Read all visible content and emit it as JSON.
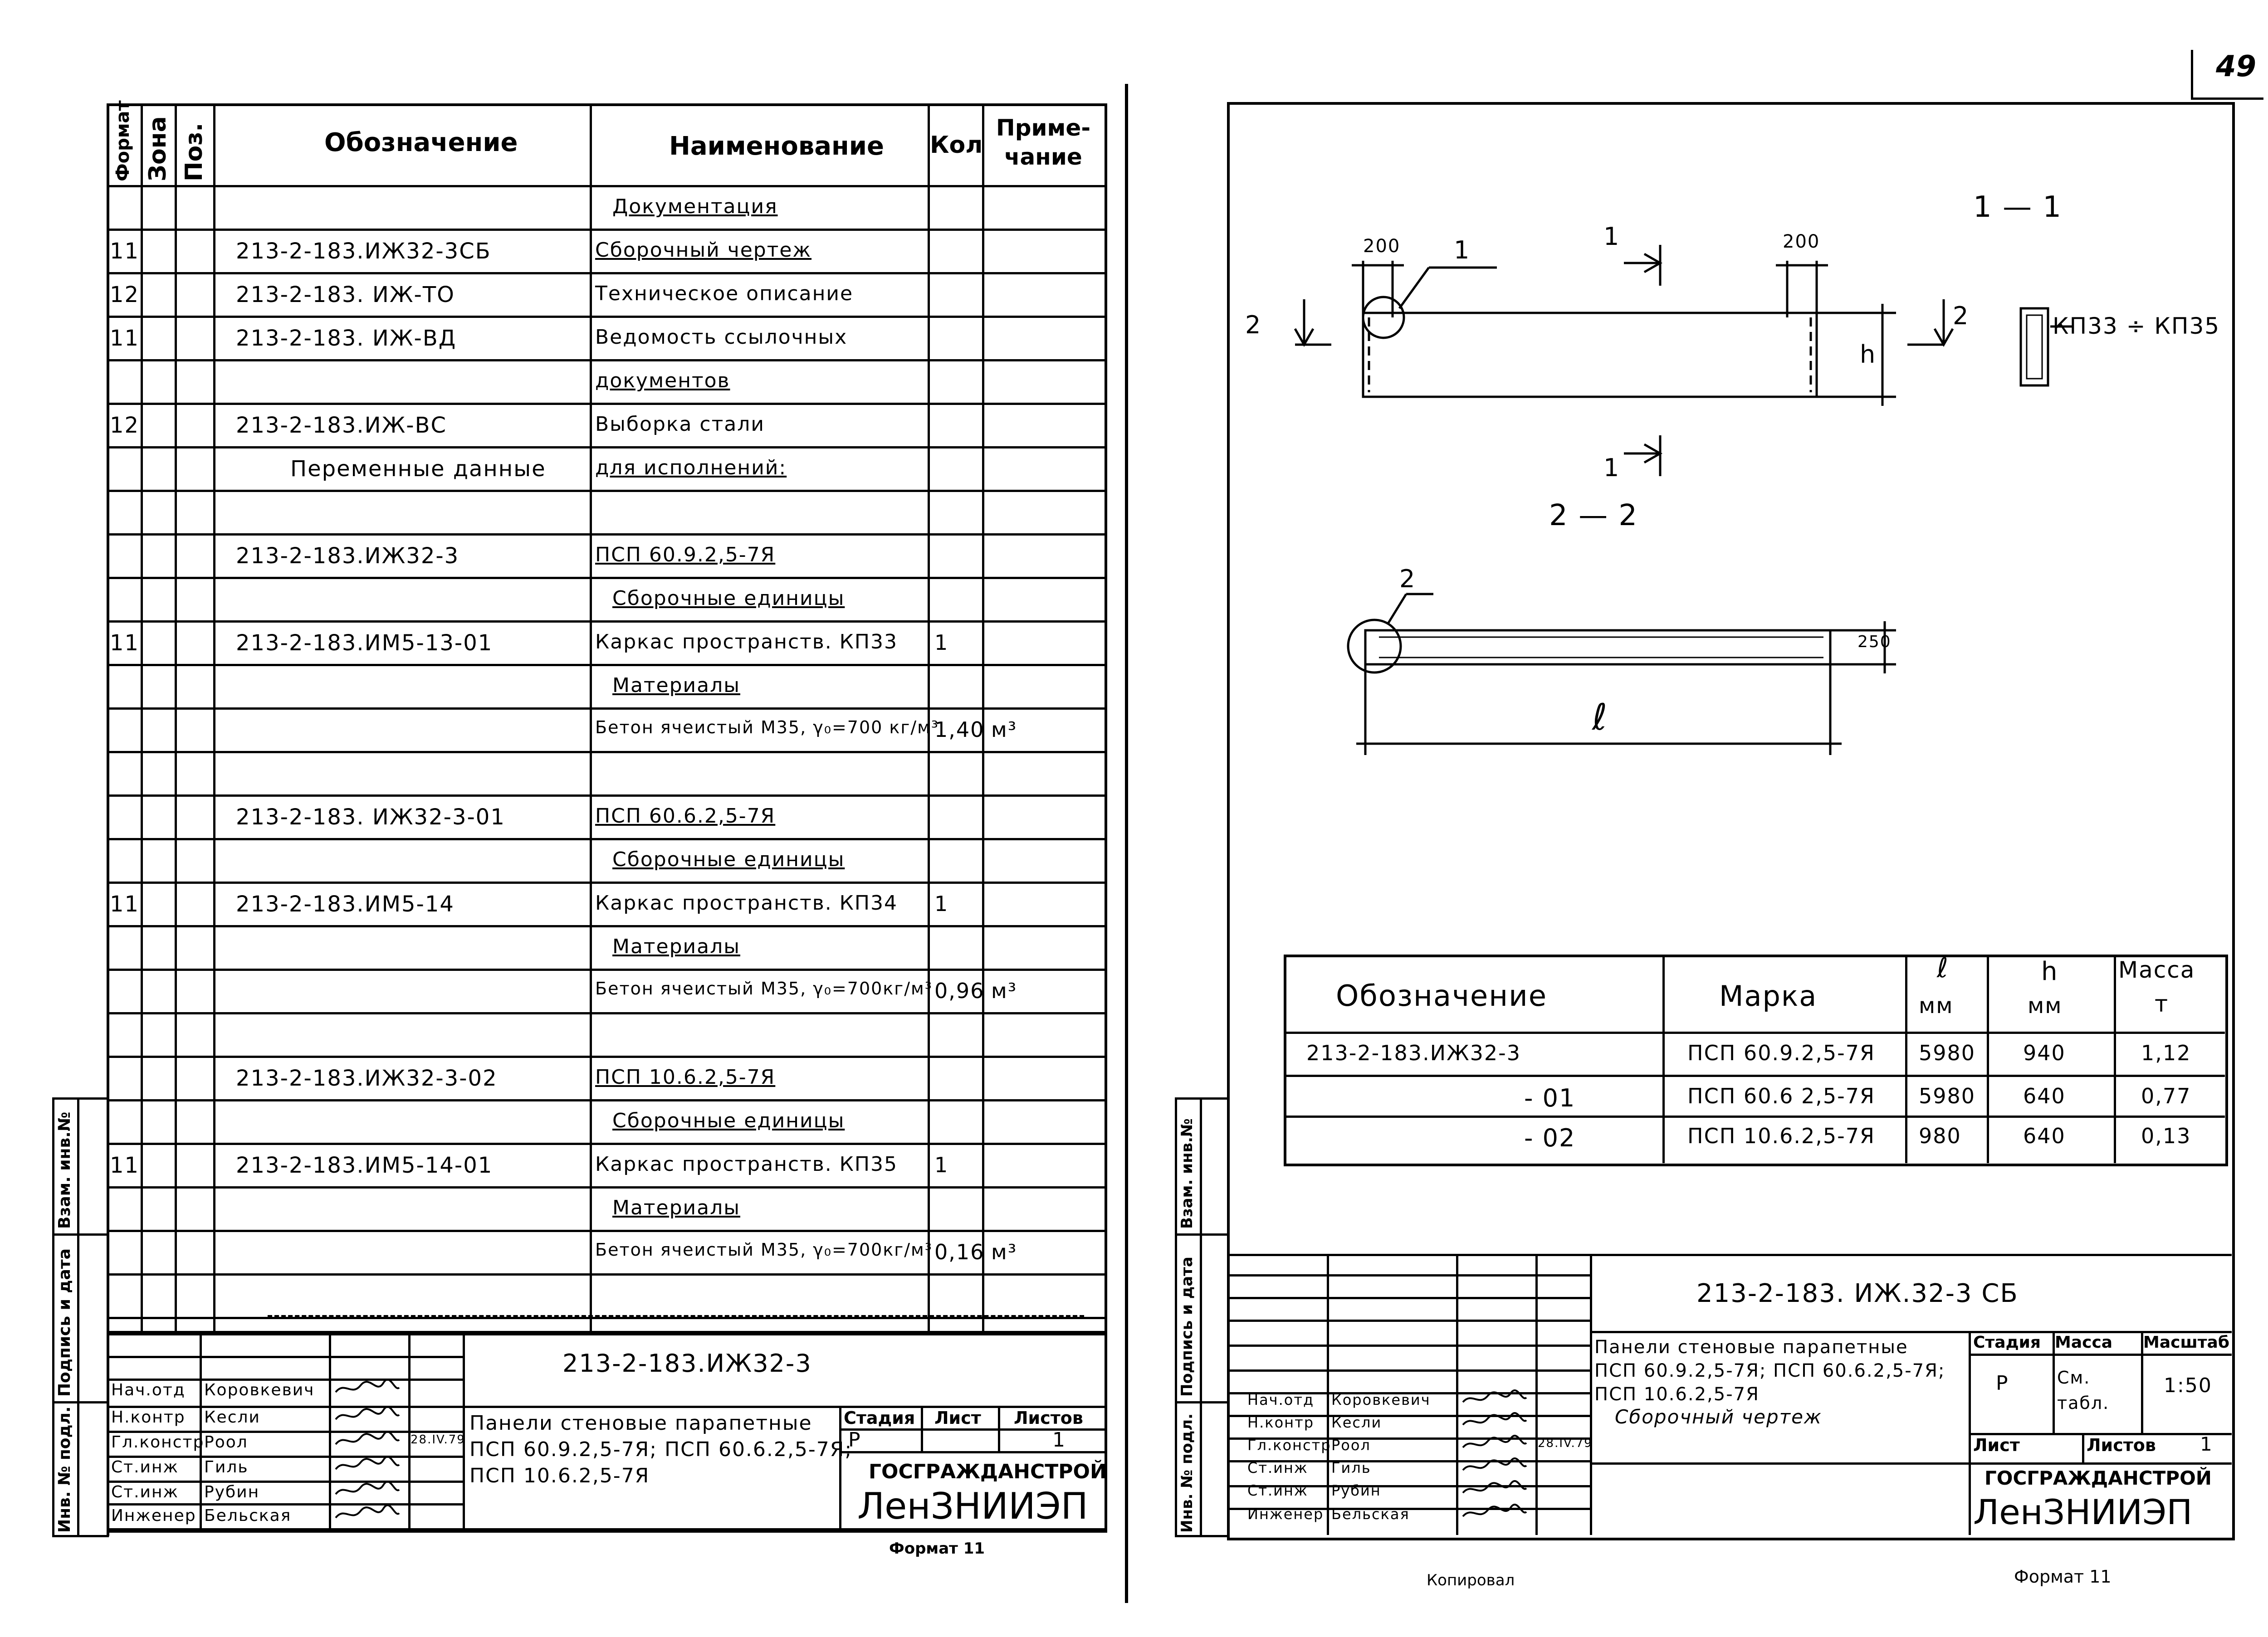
{
  "page_number": "49",
  "left_sheet": {
    "header": {
      "format": "Формат",
      "zone": "Зона",
      "pos": "Поз.",
      "designation": "Обозначение",
      "name": "Наименование",
      "qty": "Кол",
      "note": "Приме-\nчание"
    },
    "rows": [
      {
        "format": "",
        "designation": "",
        "name": "Документация",
        "qty": "",
        "note": ""
      },
      {
        "format": "11",
        "designation": "213-2-183.ИЖ32-3СБ",
        "name": "Сборочный чертеж",
        "qty": "",
        "note": ""
      },
      {
        "format": "12",
        "designation": "213-2-183. ИЖ-ТО",
        "name": "Техническое описание",
        "qty": "",
        "note": ""
      },
      {
        "format": "11",
        "designation": "213-2-183. ИЖ-ВД",
        "name": "Ведомость ссылочных",
        "qty": "",
        "note": ""
      },
      {
        "format": "",
        "designation": "",
        "name": "документов",
        "qty": "",
        "note": ""
      },
      {
        "format": "12",
        "designation": "213-2-183.ИЖ-ВС",
        "name": "Выборка стали",
        "qty": "",
        "note": ""
      },
      {
        "format": "",
        "designation": "Переменные данные",
        "name": "для исполнений:",
        "qty": "",
        "note": ""
      },
      {
        "format": "",
        "designation": "",
        "name": "",
        "qty": "",
        "note": ""
      },
      {
        "format": "",
        "designation": "213-2-183.ИЖ32-3",
        "name": "ПСП 60.9.2,5-7Я",
        "qty": "",
        "note": ""
      },
      {
        "format": "",
        "designation": "",
        "name": "Сборочные единицы",
        "qty": "",
        "note": ""
      },
      {
        "format": "11",
        "designation": "213-2-183.ИМ5-13-01",
        "name": "Каркас пространств. КП33",
        "qty": "1",
        "note": ""
      },
      {
        "format": "",
        "designation": "",
        "name": "Материалы",
        "qty": "",
        "note": ""
      },
      {
        "format": "",
        "designation": "",
        "name": "Бетон ячеистый М35, γ₀=700 кг/м³",
        "qty": "1,40",
        "note": "м³"
      },
      {
        "format": "",
        "designation": "",
        "name": "",
        "qty": "",
        "note": ""
      },
      {
        "format": "",
        "designation": "213-2-183. ИЖ32-3-01",
        "name": "ПСП 60.6.2,5-7Я",
        "qty": "",
        "note": ""
      },
      {
        "format": "",
        "designation": "",
        "name": "Сборочные единицы",
        "qty": "",
        "note": ""
      },
      {
        "format": "11",
        "designation": "213-2-183.ИМ5-14",
        "name": "Каркас пространств. КП34",
        "qty": "1",
        "note": ""
      },
      {
        "format": "",
        "designation": "",
        "name": "Материалы",
        "qty": "",
        "note": ""
      },
      {
        "format": "",
        "designation": "",
        "name": "Бетон ячеистый М35, γ₀=700кг/м³",
        "qty": "0,96",
        "note": "м³"
      },
      {
        "format": "",
        "designation": "",
        "name": "",
        "qty": "",
        "note": ""
      },
      {
        "format": "",
        "designation": "213-2-183.ИЖ32-3-02",
        "name": "ПСП 10.6.2,5-7Я",
        "qty": "",
        "note": ""
      },
      {
        "format": "",
        "designation": "",
        "name": "Сборочные единицы",
        "qty": "",
        "note": ""
      },
      {
        "format": "11",
        "designation": "213-2-183.ИМ5-14-01",
        "name": "Каркас пространств. КП35",
        "qty": "1",
        "note": ""
      },
      {
        "format": "",
        "designation": "",
        "name": "Материалы",
        "qty": "",
        "note": ""
      },
      {
        "format": "",
        "designation": "",
        "name": "Бетон ячеистый М35, γ₀=700кг/м³",
        "qty": "0,16",
        "note": "м³"
      },
      {
        "format": "",
        "designation": "",
        "name": "",
        "qty": "",
        "note": ""
      }
    ],
    "title_block": {
      "code": "213-2-183.ИЖ32-3",
      "title": "Панели стеновые парапетные\nПСП 60.9.2,5-7Я; ПСП 60.6.2,5-7Я;\nПСП 10.6.2,5-7Я",
      "stage_label": "Стадия",
      "sheet_label": "Лист",
      "sheets_label": "Листов",
      "stage": "Р",
      "sheets": "1",
      "org1": "ГОСГРАЖДАНСТРОЙ",
      "org2": "ЛенЗНИИЭП",
      "signers": [
        {
          "role": "Нач.отд",
          "name": "Коровкевич",
          "date": ""
        },
        {
          "role": "Н.контр",
          "name": "Кесли",
          "date": ""
        },
        {
          "role": "Гл.констр",
          "name": "Роол",
          "date": "28.IV.79"
        },
        {
          "role": "Ст.инж",
          "name": "Гиль",
          "date": ""
        },
        {
          "role": "Ст.инж",
          "name": "Рубин",
          "date": ""
        },
        {
          "role": "Инженер",
          "name": "Бельская",
          "date": ""
        }
      ]
    },
    "side_labels": [
      "Инв. № подл.",
      "Подпись и дата",
      "Взам. инв.№"
    ],
    "format_note": "Формат 11"
  },
  "right_sheet": {
    "section_1": "1 — 1",
    "section_2": "2 — 2",
    "labels": {
      "dim_200_left": "200",
      "dim_200_right": "200",
      "callout_1": "1",
      "callout_2": "2",
      "cut_1_top": "1",
      "cut_1_bottom": "1",
      "cut_2_left": "2",
      "cut_2_right": "2",
      "h": "h",
      "l": "ℓ",
      "dim_250": "250",
      "kp_range": "КП33 ÷ КП35"
    },
    "table": {
      "headers": {
        "designation": "Обозначение",
        "mark": "Марка",
        "l": "ℓ",
        "l_unit": "мм",
        "h": "h",
        "h_unit": "мм",
        "mass": "Масса",
        "mass_unit": "т"
      },
      "rows": [
        {
          "designation": "213-2-183.ИЖ32-3",
          "mark": "ПСП 60.9.2,5-7Я",
          "l": "5980",
          "h": "940",
          "mass": "1,12"
        },
        {
          "designation": "- 01",
          "mark": "ПСП 60.6 2,5-7Я",
          "l": "5980",
          "h": "640",
          "mass": "0,77"
        },
        {
          "designation": "- 02",
          "mark": "ПСП 10.6.2,5-7Я",
          "l": "980",
          "h": "640",
          "mass": "0,13"
        }
      ]
    },
    "title_block": {
      "code": "213-2-183. ИЖ.32-3 СБ",
      "title": "Панели стеновые парапетные\nПСП 60.9.2,5-7Я; ПСП 60.6.2,5-7Я;\nПСП 10.6.2,5-7Я",
      "subtitle": "Сборочный чертеж",
      "stage_label": "Стадия",
      "mass_label": "Масса",
      "scale_label": "Масштаб",
      "stage": "Р",
      "mass": "См. табл.",
      "scale": "1:50",
      "sheet_label": "Лист",
      "sheets_label": "Листов",
      "sheets": "1",
      "org1": "ГОСГРАЖДАНСТРОЙ",
      "org2": "ЛенЗНИИЭП",
      "signers": [
        {
          "role": "Нач.отд",
          "name": "Коровкевич",
          "date": ""
        },
        {
          "role": "Н.контр",
          "name": "Кесли",
          "date": ""
        },
        {
          "role": "Гл.констр",
          "name": "Роол",
          "date": "28.IV.79"
        },
        {
          "role": "Ст.инж",
          "name": "Гиль",
          "date": ""
        },
        {
          "role": "Ст.инж",
          "name": "Рубин",
          "date": ""
        },
        {
          "role": "Инженер",
          "name": "Бельская",
          "date": ""
        }
      ]
    },
    "side_labels": [
      "Инв. № подл.",
      "Подпись и дата",
      "Взам. инв.№"
    ],
    "copied": "Копировал",
    "format_note": "Формат 11"
  }
}
